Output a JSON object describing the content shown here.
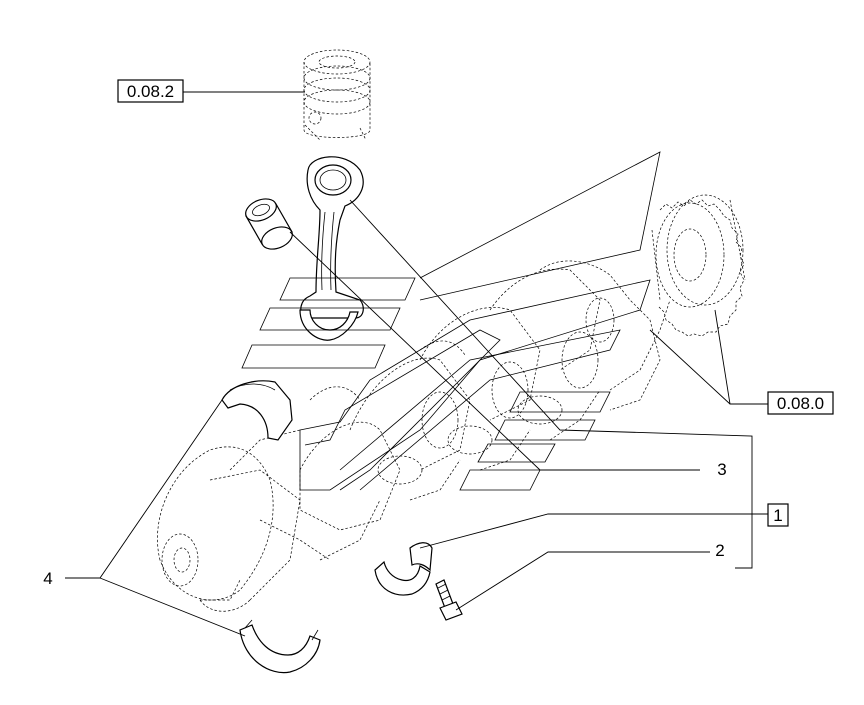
{
  "diagram": {
    "ref_piston": "0.08.2",
    "ref_timing_gear": "0.08.0",
    "callout_1": "1",
    "callout_2": "2",
    "callout_3": "3",
    "callout_4": "4"
  }
}
